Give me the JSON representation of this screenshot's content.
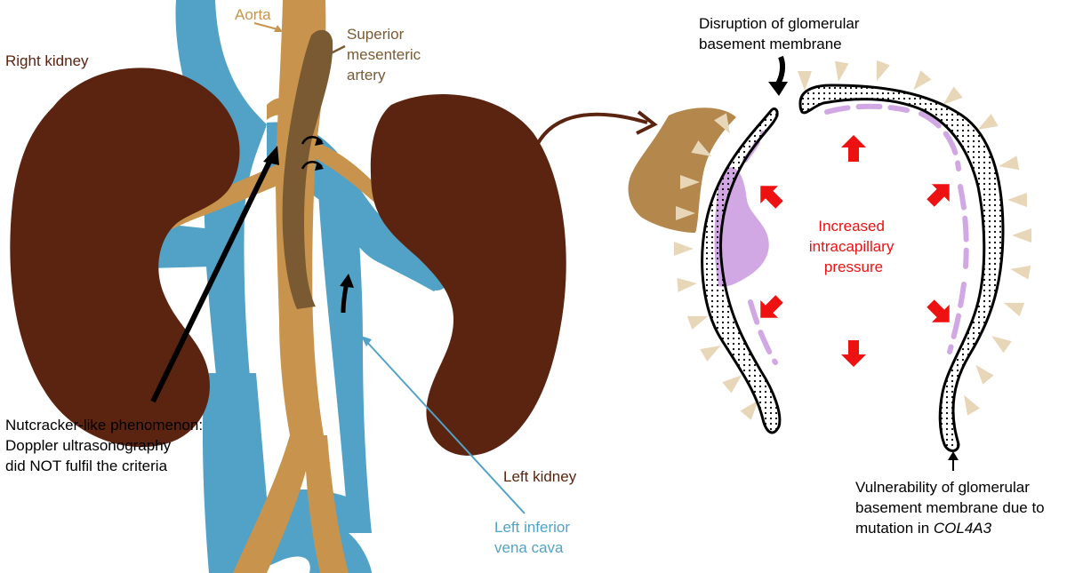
{
  "colors": {
    "kidney": "#5b2410",
    "vein": "#52a2c7",
    "aorta": "#c8944d",
    "sma": "#7a5a33",
    "tissue": "#b4874d",
    "podocyte": "#e8d6b8",
    "endothelium": "#d1a8e4",
    "pressure": "#ee1111",
    "ink": "#000000"
  },
  "labels": {
    "aorta": "Aorta",
    "sma": [
      "Superior",
      "mesenteric",
      "artery"
    ],
    "right_kidney": "Right kidney",
    "left_kidney": "Left kidney",
    "left_ivc": [
      "Left inferior",
      "vena cava"
    ],
    "nutcracker": [
      "Nutcracker-like phenomenon:",
      "Doppler ultrasonography",
      "did NOT fulfil the criteria"
    ],
    "disruption": [
      "Disruption of glomerular",
      "basement membrane"
    ],
    "pressure": [
      "Increased",
      "intracapillary",
      "pressure"
    ],
    "vulnerability": [
      "Vulnerability of glomerular",
      "basement membrane due to",
      "mutation in "
    ],
    "gene": "COL4A3"
  },
  "icons": {
    "flow_arrows": "curved-flow-arrow-icon",
    "pressure_arrows": "pressure-arrow-icon",
    "connector": "curved-connector-arrow-icon"
  }
}
